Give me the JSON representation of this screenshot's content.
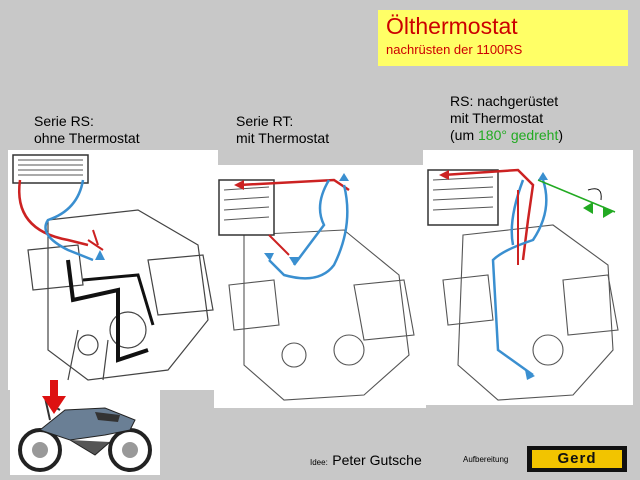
{
  "title": "Ölthermostat",
  "subtitle": "nachrüsten der 1100RS",
  "columns": [
    {
      "line1": "Serie RS:",
      "line2": "ohne Thermostat"
    },
    {
      "line1": "Serie RT:",
      "line2": "mit Thermostat"
    },
    {
      "line1": "RS: nachgerüstet",
      "line2": "mit Thermostat",
      "line3_pre": "(um ",
      "line3_green": "180° gedreht",
      "line3_post": ")"
    }
  ],
  "credit": {
    "prefix": "Idee:",
    "name": "Peter Gutsche",
    "aufbereitung": "Aufbereitung",
    "logo_text": "Gerd"
  },
  "colors": {
    "background": "#c8c8c8",
    "title_box": "#ffff66",
    "title_text": "#cc0000",
    "hose_blue": "#3a8fd0",
    "hose_red": "#cc2222",
    "rotation_axis": "#22aa22"
  }
}
